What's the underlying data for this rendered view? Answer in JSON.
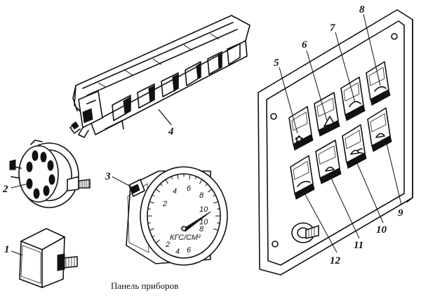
{
  "caption": "Панель приборов",
  "part_labels": [
    "1",
    "2",
    "3",
    "4",
    "5",
    "6",
    "7",
    "8",
    "9",
    "10",
    "11",
    "12"
  ],
  "gauge": {
    "outer_scale": [
      "2",
      "4",
      "6",
      "8",
      "10"
    ],
    "inner_scale": [
      "2",
      "4",
      "6",
      "8"
    ],
    "unit": "КГС/СМ²",
    "inner_mid_label": "10"
  }
}
